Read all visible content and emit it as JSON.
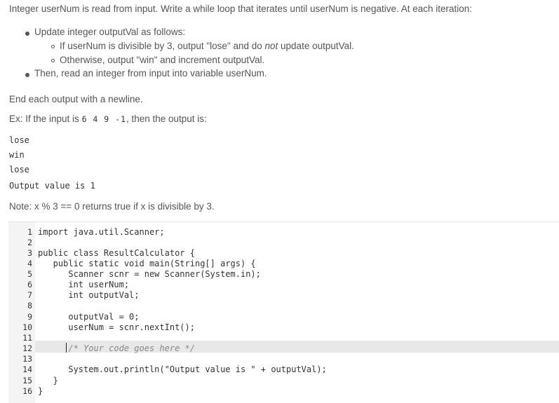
{
  "prompt": {
    "intro": "Integer userNum is read from input. Write a while loop that iterates until userNum is negative. At each iteration:",
    "bullets": [
      {
        "text": "Update integer outputVal as follows:",
        "sub": [
          {
            "pre": "If userNum is divisible by 3, output \"lose\" and do ",
            "em": "not",
            "post": " update outputVal."
          },
          {
            "text": "Otherwise, output \"win\" and increment outputVal."
          }
        ]
      },
      {
        "text": "Then, read an integer from input into variable userNum."
      }
    ],
    "end_note": "End each output with a newline.",
    "example_pre": "Ex: If the input is ",
    "example_input": "6 4 9 -1",
    "example_post": ", then the output is:",
    "example_output": [
      "lose",
      "win",
      "lose",
      "Output value is 1"
    ],
    "note": "Note: x % 3 == 0 returns true if x is divisible by 3."
  },
  "editor": {
    "line_numbers": [
      "1",
      "2",
      "3",
      "4",
      "5",
      "6",
      "7",
      "8",
      "9",
      "10",
      "11",
      "12",
      "13",
      "14",
      "15",
      "16"
    ],
    "lines": [
      "import java.util.Scanner;",
      "",
      "public class ResultCalculator {",
      "   public static void main(String[] args) {",
      "      Scanner scnr = new Scanner(System.in);",
      "      int userNum;",
      "      int outputVal;",
      "",
      "      outputVal = 0;",
      "      userNum = scnr.nextInt();",
      "",
      "      /* Your code goes here */",
      "",
      "      System.out.println(\"Output value is \" + outputVal);",
      "   }",
      "}"
    ],
    "active_line": 12
  }
}
